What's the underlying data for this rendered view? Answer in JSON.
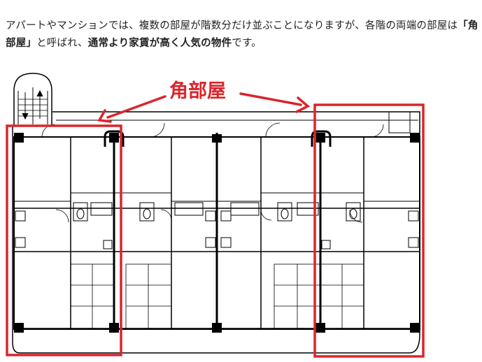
{
  "intro": {
    "part1": "アパートやマンションでは、複数の部屋が階数分だけ並ぶことになりますが、各階の両端の部屋は",
    "corner_quoted": "「角部屋」",
    "part2": "と呼ばれ、",
    "emphasis": "通常より家賃が高く人気の物件",
    "part3": "です。"
  },
  "diagram": {
    "callout_label": "角部屋",
    "colors": {
      "callout": "#d9262c",
      "walls": "#000000",
      "background": "#ffffff"
    },
    "icons": [
      "stair-arrow-up-icon",
      "stair-arrow-down-icon"
    ]
  }
}
